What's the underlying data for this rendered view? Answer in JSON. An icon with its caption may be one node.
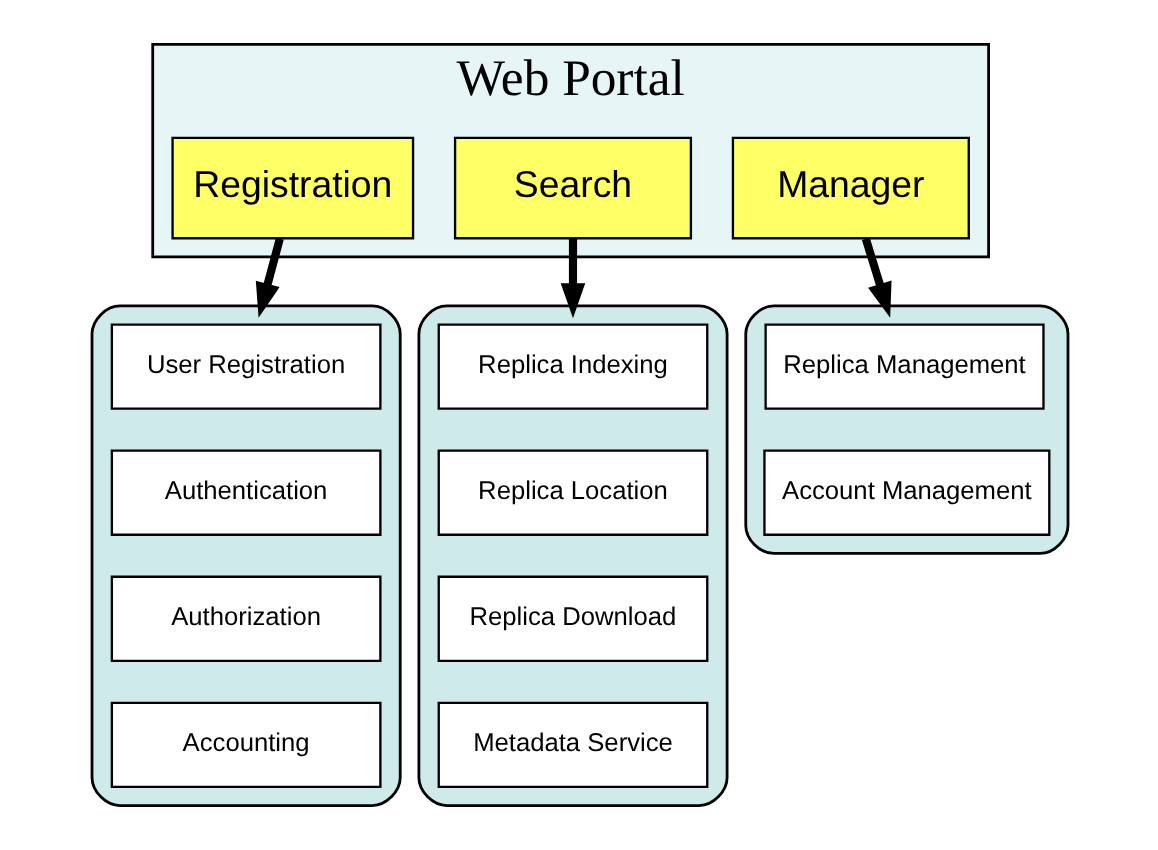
{
  "diagram": {
    "nodes": [
      {
        "text": [
          "Web Portal"
        ]
      },
      {
        "text": [
          "Registration"
        ],
        "in": 0
      },
      {
        "text": [
          "Search"
        ],
        "in": 0
      },
      {
        "text": [
          "Manager"
        ],
        "in": 0
      },
      {
        "text": [],
        "shape": "box"
      },
      {
        "text": [
          "User Registration"
        ],
        "in": 4
      },
      {
        "text": [
          "Authentication"
        ],
        "in": 4
      },
      {
        "text": [
          "Authorization"
        ],
        "in": 4
      },
      {
        "text": [
          "Accounting"
        ],
        "in": 4
      },
      {
        "text": [],
        "shape": "box"
      },
      {
        "text": [
          "Replica Indexing"
        ],
        "in": 9
      },
      {
        "text": [
          "Replica Location"
        ],
        "in": 9
      },
      {
        "text": [
          "Replica Download"
        ],
        "in": 9
      },
      {
        "text": [
          "Metadata Service"
        ],
        "in": 9
      },
      {
        "text": [],
        "shape": "box"
      },
      {
        "text": [
          "Replica Management"
        ],
        "in": 14
      },
      {
        "text": [
          "Account Management"
        ],
        "in": 14
      }
    ],
    "edges": [
      {
        "from": 1,
        "to": 4,
        "arrow": "to"
      },
      {
        "from": 2,
        "to": 9,
        "arrow": "to"
      },
      {
        "from": 3,
        "to": 14,
        "arrow": "to"
      }
    ]
  }
}
